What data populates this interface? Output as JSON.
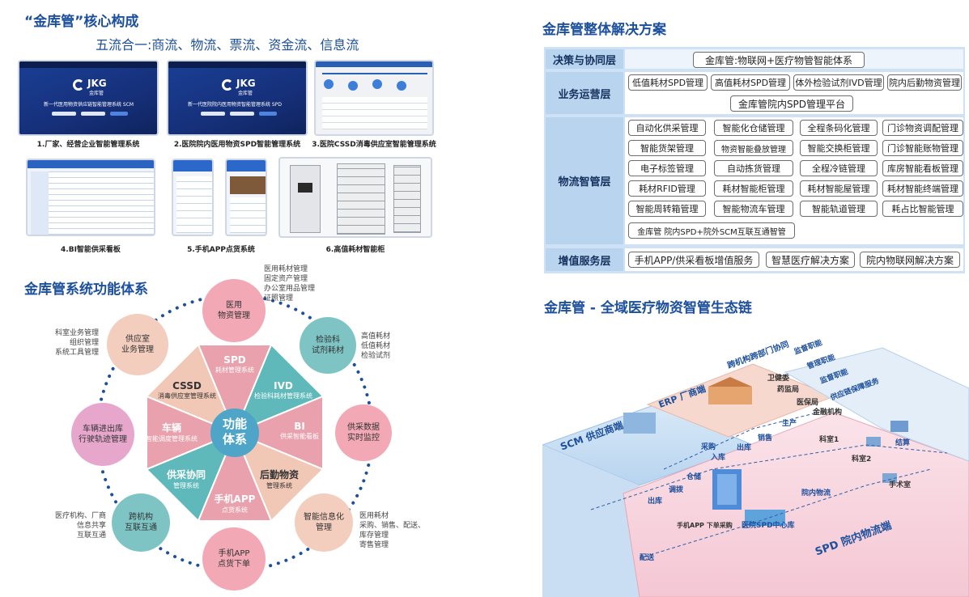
{
  "core": {
    "title": "“金库管”核心构成",
    "subtitle": "五流合一:商流、物流、票流、资金流、信息流",
    "screens": [
      {
        "caption": "1.厂家、经营企业智能管理系统",
        "logo": "JKG",
        "logo_sub": "金库管",
        "system_line": "新一代医用物资供应链智能管理系统 SCM"
      },
      {
        "caption": "2.医院院内医用物资SPD智能管理系统",
        "logo": "JKG",
        "logo_sub": "金库管",
        "system_line": "新一代医院院内医用物资智能管理系统 SPD"
      },
      {
        "caption": "3.医院CSSD消毒供应室智能管理系统"
      },
      {
        "caption": "4.BI智能供采看板"
      },
      {
        "caption": "5.手机APP点货系统"
      },
      {
        "caption": "6.高值耗材智能柜"
      }
    ]
  },
  "function": {
    "title": "金库管系统功能体系",
    "center": [
      "功能",
      "体系"
    ],
    "petals": [
      {
        "big": "SPD",
        "small": "耗材管理系统"
      },
      {
        "big": "IVD",
        "small": "检验科耗材管理系统"
      },
      {
        "big": "BI",
        "small": "供采智能看板"
      },
      {
        "big": "后勤物资",
        "small": "管理系统"
      },
      {
        "big": "手机APP",
        "small": "点货系统"
      },
      {
        "big": "供采协同",
        "small": "管理系统"
      },
      {
        "big": "车辆",
        "small": "智能调度管理系统"
      },
      {
        "big": "CSSD",
        "small": "消毒供应室管理系统"
      }
    ],
    "circles": [
      {
        "lines": [
          "医用",
          "物资管理"
        ]
      },
      {
        "lines": [
          "检验科",
          "试剂耗材"
        ]
      },
      {
        "lines": [
          "供采数据",
          "实时监控"
        ]
      },
      {
        "lines": [
          "智能信息化",
          "管理"
        ]
      },
      {
        "lines": [
          "手机APP",
          "点货下单"
        ]
      },
      {
        "lines": [
          "跨机构",
          "互联互通"
        ]
      },
      {
        "lines": [
          "车辆进出库",
          "行驶轨迹管理"
        ]
      },
      {
        "lines": [
          "供应室",
          "业务管理"
        ]
      }
    ],
    "notes": [
      {
        "lines": [
          "医用耗材管理",
          "固定资产管理",
          "办公室用品管理",
          "证照管理"
        ]
      },
      {
        "lines": [
          "高值耗材",
          "低值耗材",
          "检验试剂"
        ]
      },
      {
        "lines": [
          "医用耗材",
          "采购、销售、配送、",
          "库存管理",
          "寄售管理"
        ]
      },
      {
        "lines": [
          "医疗机构、厂商",
          "信息共享",
          "互联互通"
        ]
      },
      {
        "lines": [
          "科室业务管理",
          "组织管理",
          "系统工具管理"
        ]
      }
    ]
  },
  "solution": {
    "title": "金库管整体解决方案",
    "layers": [
      {
        "name": "决策与协同层",
        "tags": [
          "金库管:物联网+医疗物管智能体系"
        ]
      },
      {
        "name": "业务运营层",
        "tags": [
          "低值耗材SPD管理",
          "高值耗材SPD管理",
          "体外检验试剂IVD管理",
          "院内后勤物资管理",
          "金库管院内SPD管理平台"
        ]
      },
      {
        "name": "物流智管层",
        "tags": [
          "自动化供采管理",
          "智能化仓储管理",
          "全程条码化管理",
          "门诊物资调配管理",
          "智能货架管理",
          "物资智能叠放管理",
          "智能交换柜管理",
          "门诊智能账物管理",
          "电子标签管理",
          "自动拣货管理",
          "全程冷链管理",
          "库房智能看板管理",
          "耗材RFID管理",
          "耗材智能柜管理",
          "耗材智能屋管理",
          "耗材智能终端管理",
          "智能周转箱管理",
          "智能物流车管理",
          "智能轨道管理",
          "耗占比智能管理",
          "金库管 院内SPD+院外SCM互联互通智管"
        ]
      },
      {
        "name": "增值服务层",
        "tags": [
          "手机APP/供采看板增值服务",
          "智慧医疗解决方案",
          "院内物联网解决方案"
        ]
      }
    ]
  },
  "eco": {
    "title": "金库管 - 全域医疗物资智管生态链",
    "labels": {
      "scm": "SCM 供应商端",
      "erp": "ERP 厂商端",
      "cross": "跨机构跨部门协同",
      "spd": "SPD 院内物流端",
      "center": "医院SPD中心库",
      "supervise": [
        "监督职能",
        "管理职能",
        "监督职能",
        "供应链保障服务"
      ],
      "orgs": [
        "卫健委",
        "药监局",
        "医保局",
        "金融机构"
      ],
      "flows": [
        "生产",
        "销售",
        "出库",
        "入库",
        "采购",
        "调拨",
        "仓储",
        "出库",
        "配送",
        "院内物流",
        "科室1",
        "科室2",
        "结算",
        "手术室",
        "手机APP 下单采购"
      ]
    }
  },
  "colors": {
    "brand_blue": "#1c4f9c",
    "layer_head": "#b9d4ef",
    "petal_pink": "#e9a2ad",
    "petal_teal": "#5fb9ba",
    "petal_peach": "#f1c7b5",
    "circle_pink": "#f2a9b5",
    "circle_teal": "#7fc4c5",
    "circle_peach": "#f3cdbd",
    "circle_magenta": "#e7a7cd"
  }
}
